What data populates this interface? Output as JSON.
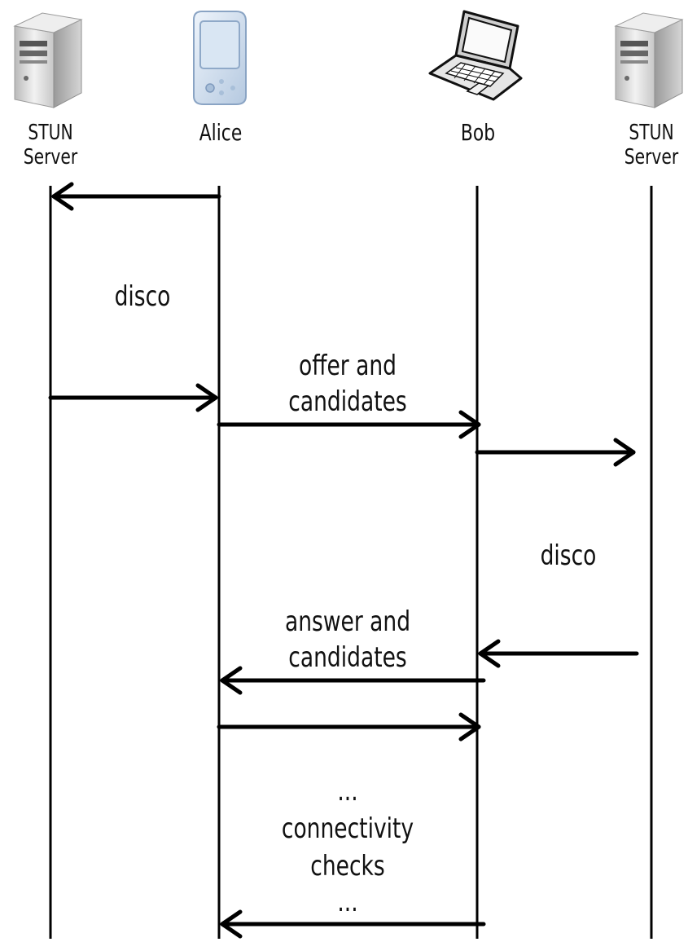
{
  "actors": [
    {
      "id": "stun-left",
      "line1": "STUN",
      "line2": "Server",
      "icon": "server-icon"
    },
    {
      "id": "alice",
      "line1": "Alice",
      "line2": "",
      "icon": "pda-icon"
    },
    {
      "id": "bob",
      "line1": "Bob",
      "line2": "",
      "icon": "laptop-icon"
    },
    {
      "id": "stun-right",
      "line1": "STUN",
      "line2": "Server",
      "icon": "server-icon"
    }
  ],
  "notes": {
    "disco_left": "disco",
    "offer_line1": "offer and",
    "offer_line2": "candidates",
    "disco_right": "disco",
    "answer_line1": "answer and",
    "answer_line2": "candidates",
    "checks_ellipsis_top": "...",
    "checks_line1": "connectivity",
    "checks_line2": "checks",
    "checks_ellipsis_bottom": "..."
  },
  "messages": [
    {
      "from": "alice",
      "to": "stun-left"
    },
    {
      "from": "stun-left",
      "to": "alice"
    },
    {
      "from": "alice",
      "to": "bob"
    },
    {
      "from": "bob",
      "to": "stun-right"
    },
    {
      "from": "stun-right",
      "to": "bob"
    },
    {
      "from": "bob",
      "to": "alice"
    },
    {
      "from": "alice",
      "to": "bob"
    },
    {
      "from": "bob",
      "to": "alice"
    }
  ],
  "colors": {
    "line": "#000000",
    "text": "#111111"
  }
}
